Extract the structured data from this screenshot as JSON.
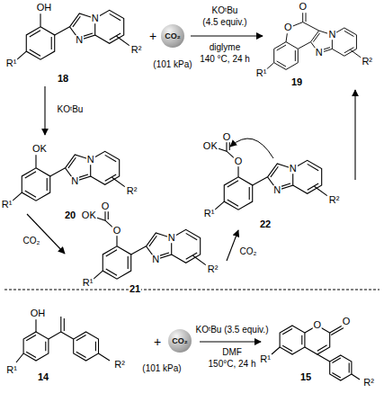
{
  "diagram": {
    "nodes": [
      {
        "text": [
          "CO₂"
        ]
      },
      {
        "text": [
          "CO₂"
        ]
      }
    ],
    "labels": [
      "OH",
      "N",
      "N",
      "R¹",
      "R²",
      "18",
      "+",
      "KOᵗBu",
      "(4.5 equiv.)",
      "diglyme",
      "140 °C, 24 h",
      "(101 kPa)",
      "O",
      "O",
      "N",
      "N",
      "R¹",
      "R²",
      "19",
      "KOᵗBu",
      "OK",
      "N",
      "N",
      "R¹",
      "R²",
      "20",
      "CO₂",
      "O",
      "O",
      "OK",
      "N",
      "N",
      "R¹",
      "R²",
      "21",
      "CO₂",
      "O",
      "O",
      "OK",
      "N",
      "N",
      "R¹",
      "R²",
      "22",
      "OH",
      "R¹",
      "14",
      "R²",
      "+",
      "(101 kPa)",
      "KOᵗBu (3.5 equiv.)",
      "DMF",
      "150°C, 24 h",
      "O",
      "O",
      "R¹",
      "15",
      "R²"
    ]
  }
}
